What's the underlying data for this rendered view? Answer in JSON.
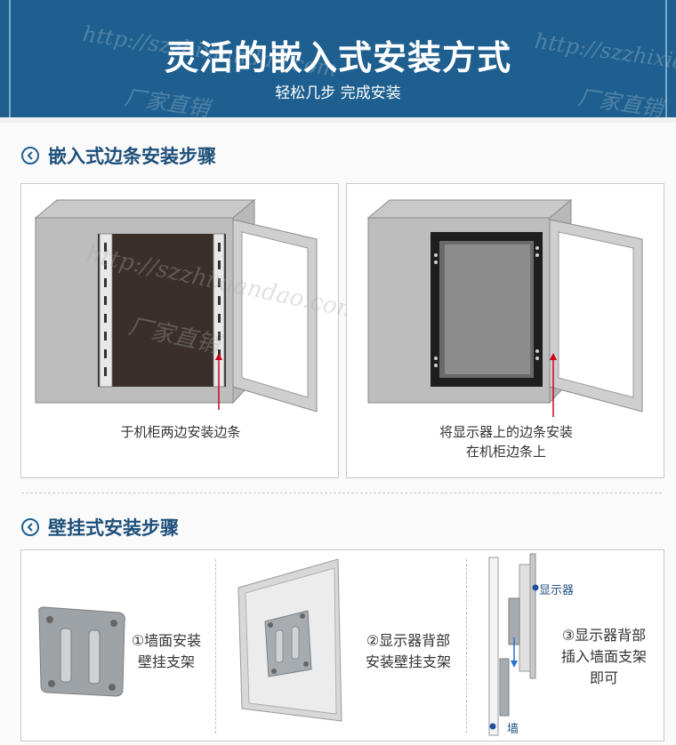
{
  "banner": {
    "title": "灵活的嵌入式安装方式",
    "subtitle": "轻松几步 完成安装",
    "watermark_url": "http://szzhixiandao.com",
    "watermark_brand": "厂家直销"
  },
  "section1": {
    "title": "嵌入式边条安装步骤",
    "step1_caption": "于机柜两边安装边条",
    "step2_caption_line1": "将显示器上的边条安装",
    "step2_caption_line2": "在机柜边条上"
  },
  "section2": {
    "title": "壁挂式安装步骤",
    "step1_line1": "①墙面安装",
    "step1_line2": "壁挂支架",
    "step2_line1": "②显示器背部",
    "step2_line2": "安装壁挂支架",
    "step3_line1": "③显示器背部",
    "step3_line2": "插入墙面支架",
    "step3_line3": "即可",
    "label_monitor": "显示器",
    "label_wall": "墙"
  },
  "colors": {
    "banner": "#1e5f8f",
    "heading": "#1e4f7a",
    "marker": "#1e4f9a",
    "arrow": "#d0021b"
  }
}
